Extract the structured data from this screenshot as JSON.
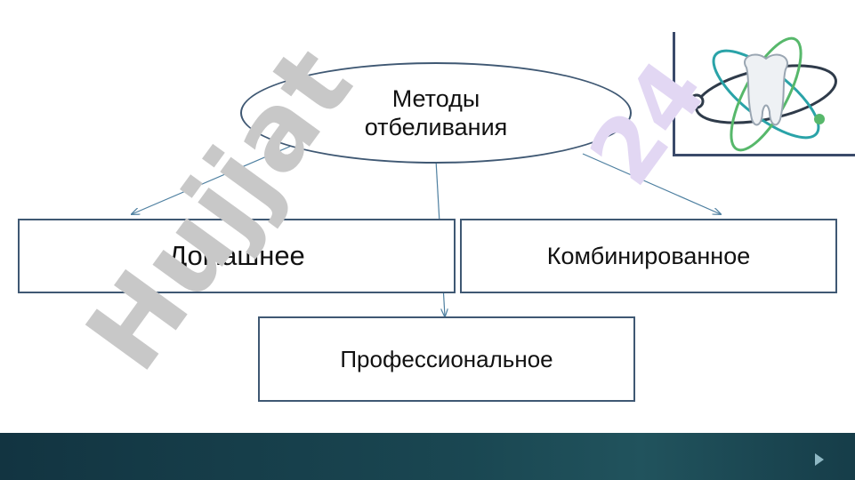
{
  "diagram": {
    "root": {
      "line1": "Методы",
      "line2": "отбеливания"
    },
    "children": {
      "home": "Домашнее",
      "combined": "Комбинированное",
      "professional": "Профессиональное"
    }
  },
  "watermark": {
    "text": "Hujjat",
    "number": "24"
  },
  "colors": {
    "border": "#3f5873",
    "arrow": "#4d7fa0",
    "footer": "#1a4752",
    "watermark": "#c8c8c8"
  },
  "icons": {
    "corner_logo": "tooth-atom-icon",
    "footer_arrow": "play-arrow-icon"
  }
}
